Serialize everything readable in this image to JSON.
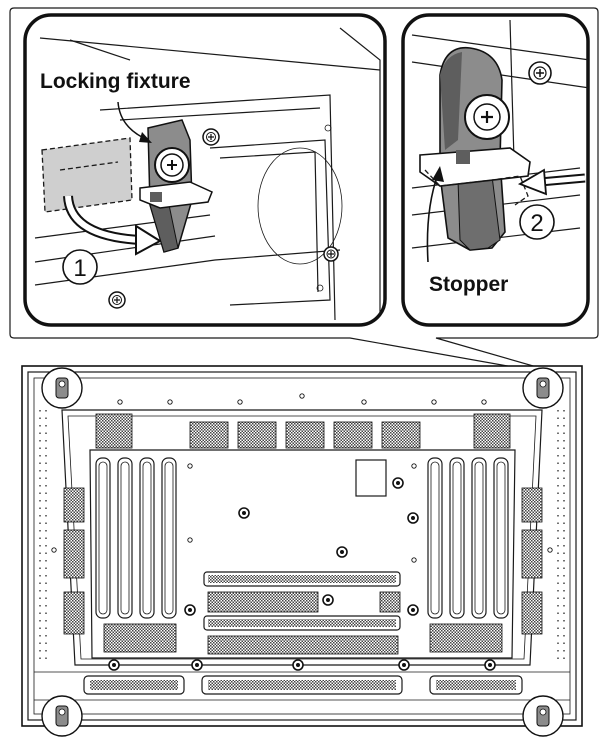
{
  "labels": {
    "locking_fixture": "Locking fixture",
    "stopper": "Stopper",
    "step_1": "1",
    "step_2": "2"
  },
  "colors": {
    "line": "#1a1a1a",
    "fixture_fill": "#8c8c8c",
    "fixture_dark": "#5e5e5e",
    "hatch": "#6a6a6a",
    "background": "#ffffff"
  }
}
